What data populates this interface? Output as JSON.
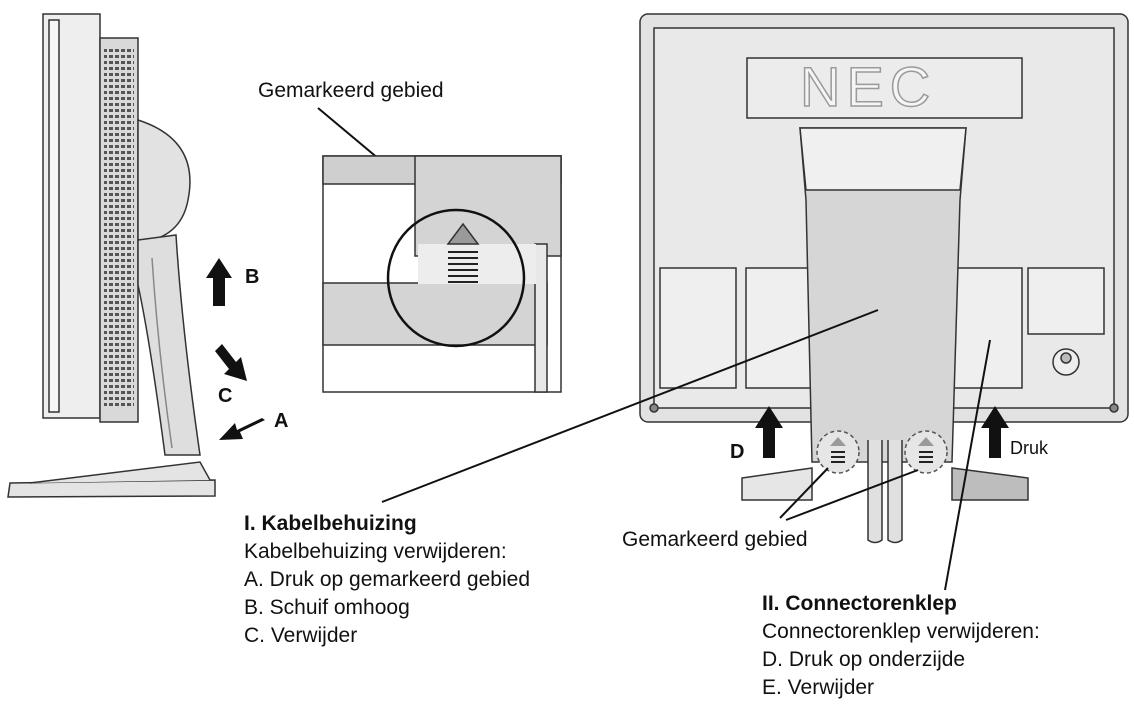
{
  "labels": {
    "marked_area_top": "Gemarkeerd gebied",
    "marked_area_bottom": "Gemarkeerd gebied",
    "arrow_a": "A",
    "arrow_b": "B",
    "arrow_c": "C",
    "arrow_d": "D",
    "press": "Druk",
    "logo": "NEC"
  },
  "section_cable": {
    "title": "I. Kabelbehuizing",
    "subtitle": "Kabelbehuizing verwijderen:",
    "steps": [
      "A. Druk op gemarkeerd gebied",
      "B. Schuif omhoog",
      "C. Verwijder"
    ]
  },
  "section_connector": {
    "title": "II. Connectorenklep",
    "subtitle": "Connectorenklep verwijderen:",
    "steps": [
      "D. Druk op onderzijde",
      "E. Verwijder"
    ]
  },
  "colors": {
    "body": "#e6e6e6",
    "body_dark": "#bdbdbd",
    "outline": "#333333",
    "text": "#111111"
  }
}
